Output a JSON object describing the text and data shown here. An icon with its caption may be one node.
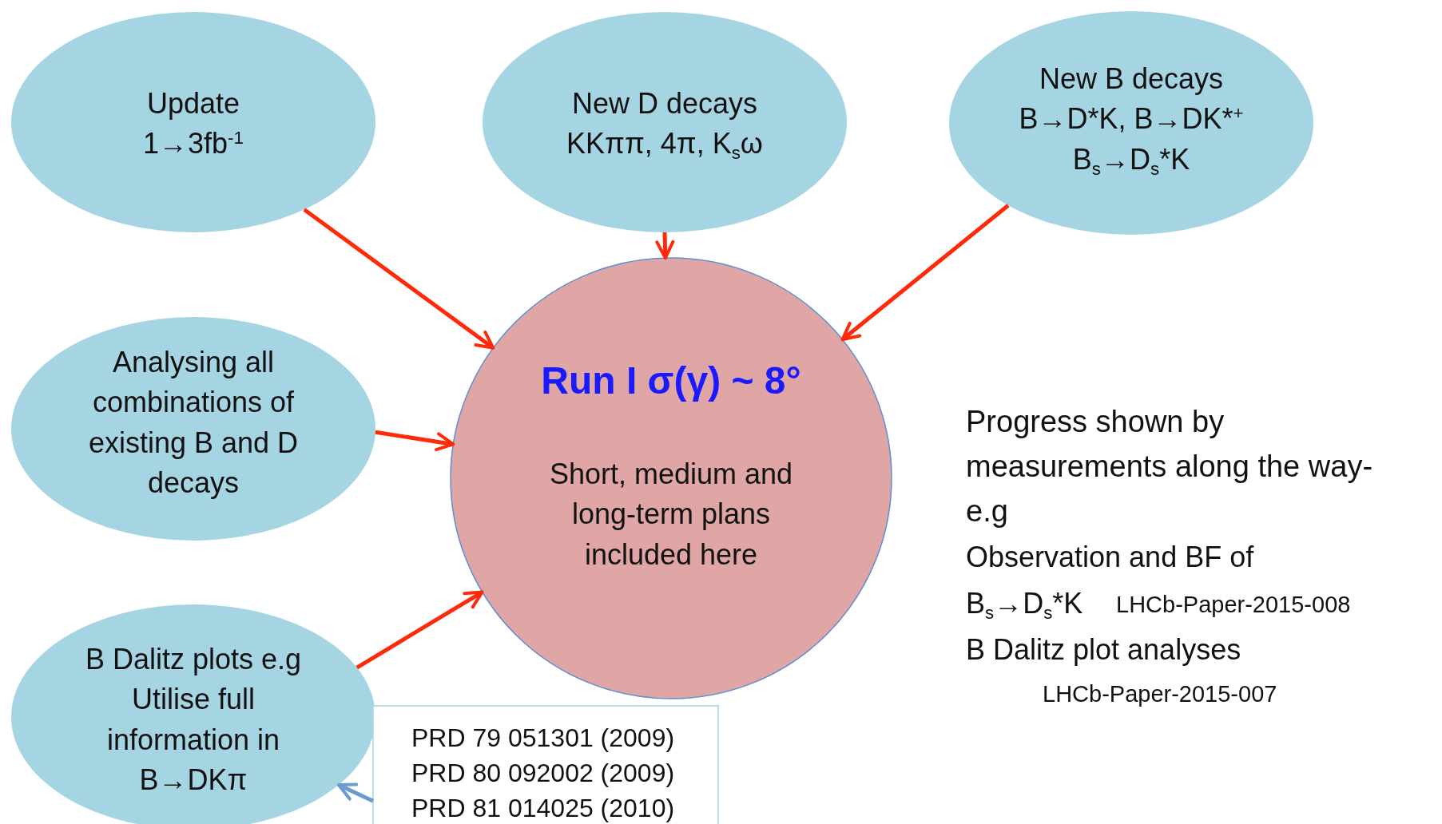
{
  "diagram": {
    "nodes": [
      {
        "text": [
          "Update 1→3fb$^{-1}$"
        ]
      },
      {
        "text": [
          "New D decays KKππ, 4π, K$_{s}$ω"
        ]
      },
      {
        "text": [
          "New B decays B→D*K, B→DK*$^{+}$ B$_{s}$→D$_{s}$*K"
        ]
      },
      {
        "text": [
          "Analysing all combinations of existing B and D decays"
        ]
      },
      {
        "text": [
          "B Dalitz plots e.g Utilise full information in B→DKπ"
        ]
      },
      {
        "text": [
          "Run I σ(γ) ~ 8°",
          "Short, medium and long-term plans included here"
        ]
      },
      {
        "text": [
          "PRD 79 051301 (2009)",
          "PRD 80 092002 (2009)",
          "PRD 81 014025 (2010)"
        ]
      }
    ],
    "edges": [
      {
        "from": 0,
        "to": 5,
        "arrow": "to"
      },
      {
        "from": 1,
        "to": 5,
        "arrow": "to"
      },
      {
        "from": 2,
        "to": 5,
        "arrow": "to"
      },
      {
        "from": 3,
        "to": 5,
        "arrow": "to"
      },
      {
        "from": 4,
        "to": 5,
        "arrow": "to"
      },
      {
        "from": 6,
        "to": 4,
        "arrow": "to",
        "color": "#6a9bd1"
      }
    ],
    "labels": [
      "Progress shown by measurements along the way- e.g",
      "Observation and BF of",
      "B$_{s}$→D$_{s}$*K",
      "LHCb-Paper-2015-008",
      "B Dalitz plot analyses",
      "LHCb-Paper-2015-007"
    ]
  }
}
